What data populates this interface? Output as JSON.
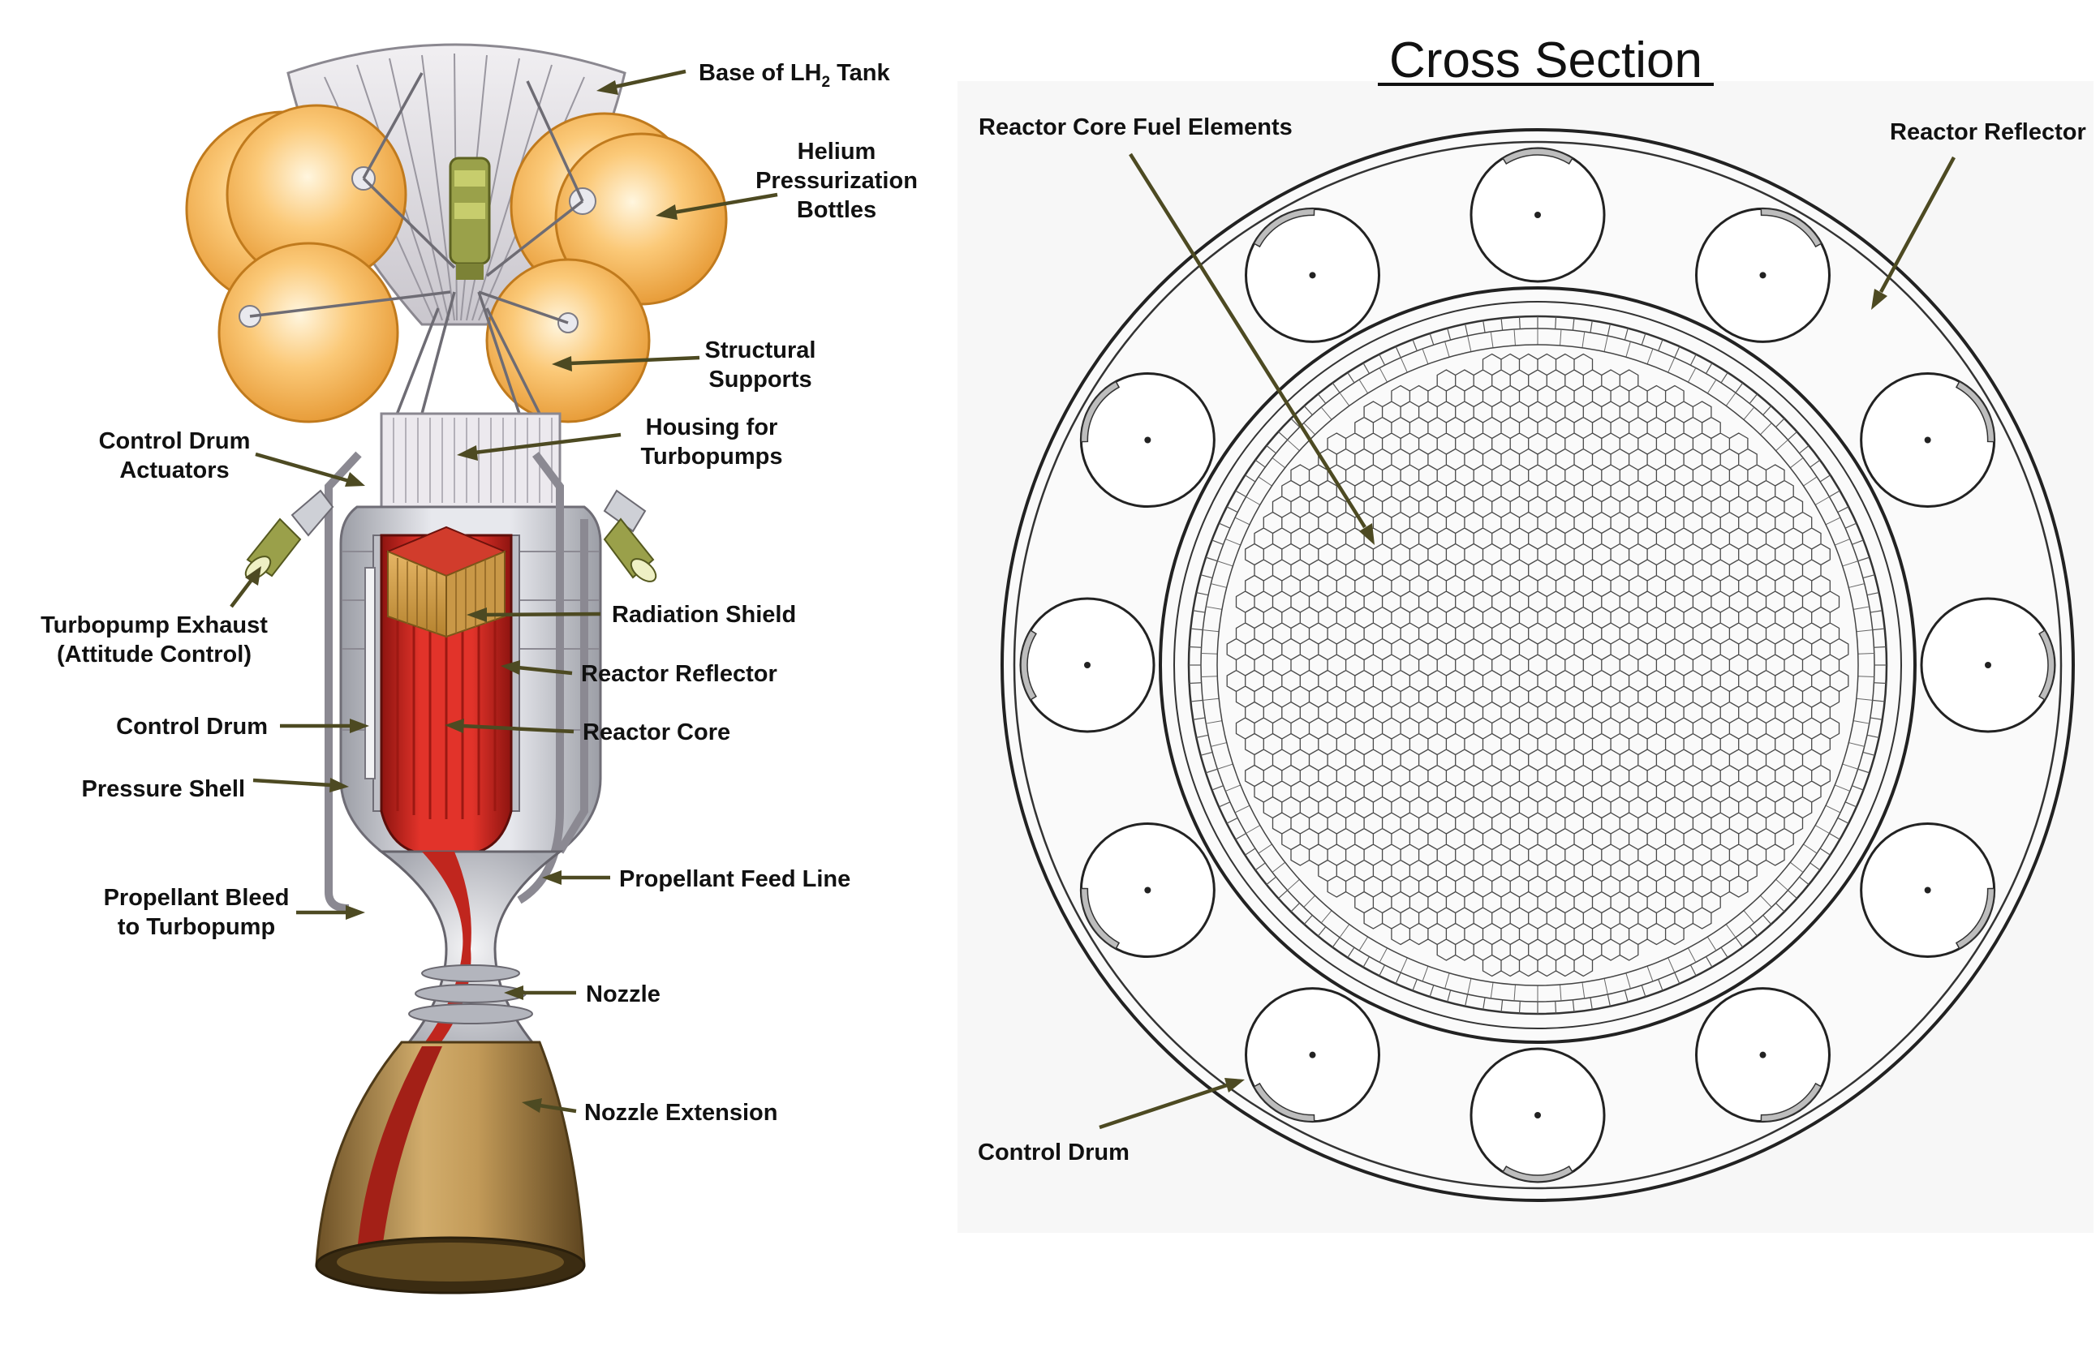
{
  "engine_labels": {
    "base_of_tank_prefix": "Base of LH",
    "base_of_tank_sub": "2",
    "base_of_tank_suffix": " Tank",
    "helium": [
      "Helium",
      "Pressurization",
      "Bottles"
    ],
    "structural_supports": [
      "Structural",
      "Supports"
    ],
    "housing_for_turbopumps": [
      "Housing for",
      "Turbopumps"
    ],
    "control_drum_actuators": [
      "Control Drum",
      "Actuators"
    ],
    "turbopump_exhaust": [
      "Turbopump Exhaust",
      "(Attitude Control)"
    ],
    "radiation_shield": "Radiation Shield",
    "reactor_reflector": "Reactor Reflector",
    "control_drum": "Control Drum",
    "reactor_core": "Reactor Core",
    "pressure_shell": "Pressure Shell",
    "propellant_feed_line": "Propellant Feed Line",
    "propellant_bleed": [
      "Propellant Bleed",
      "to Turbopump"
    ],
    "nozzle": "Nozzle",
    "nozzle_extension": "Nozzle Extension"
  },
  "cross_section": {
    "title": "Cross Section",
    "reactor_core_fuel_elements": "Reactor Core Fuel Elements",
    "reactor_reflector": "Reactor Reflector",
    "control_drum": "Control Drum"
  },
  "colors": {
    "leader": "#4d4a22",
    "bottle": "#f3b04a",
    "core_red": "#d7261f",
    "nozzle_bronze": "#b38a4a",
    "housing_grey": "#dcdde2"
  }
}
